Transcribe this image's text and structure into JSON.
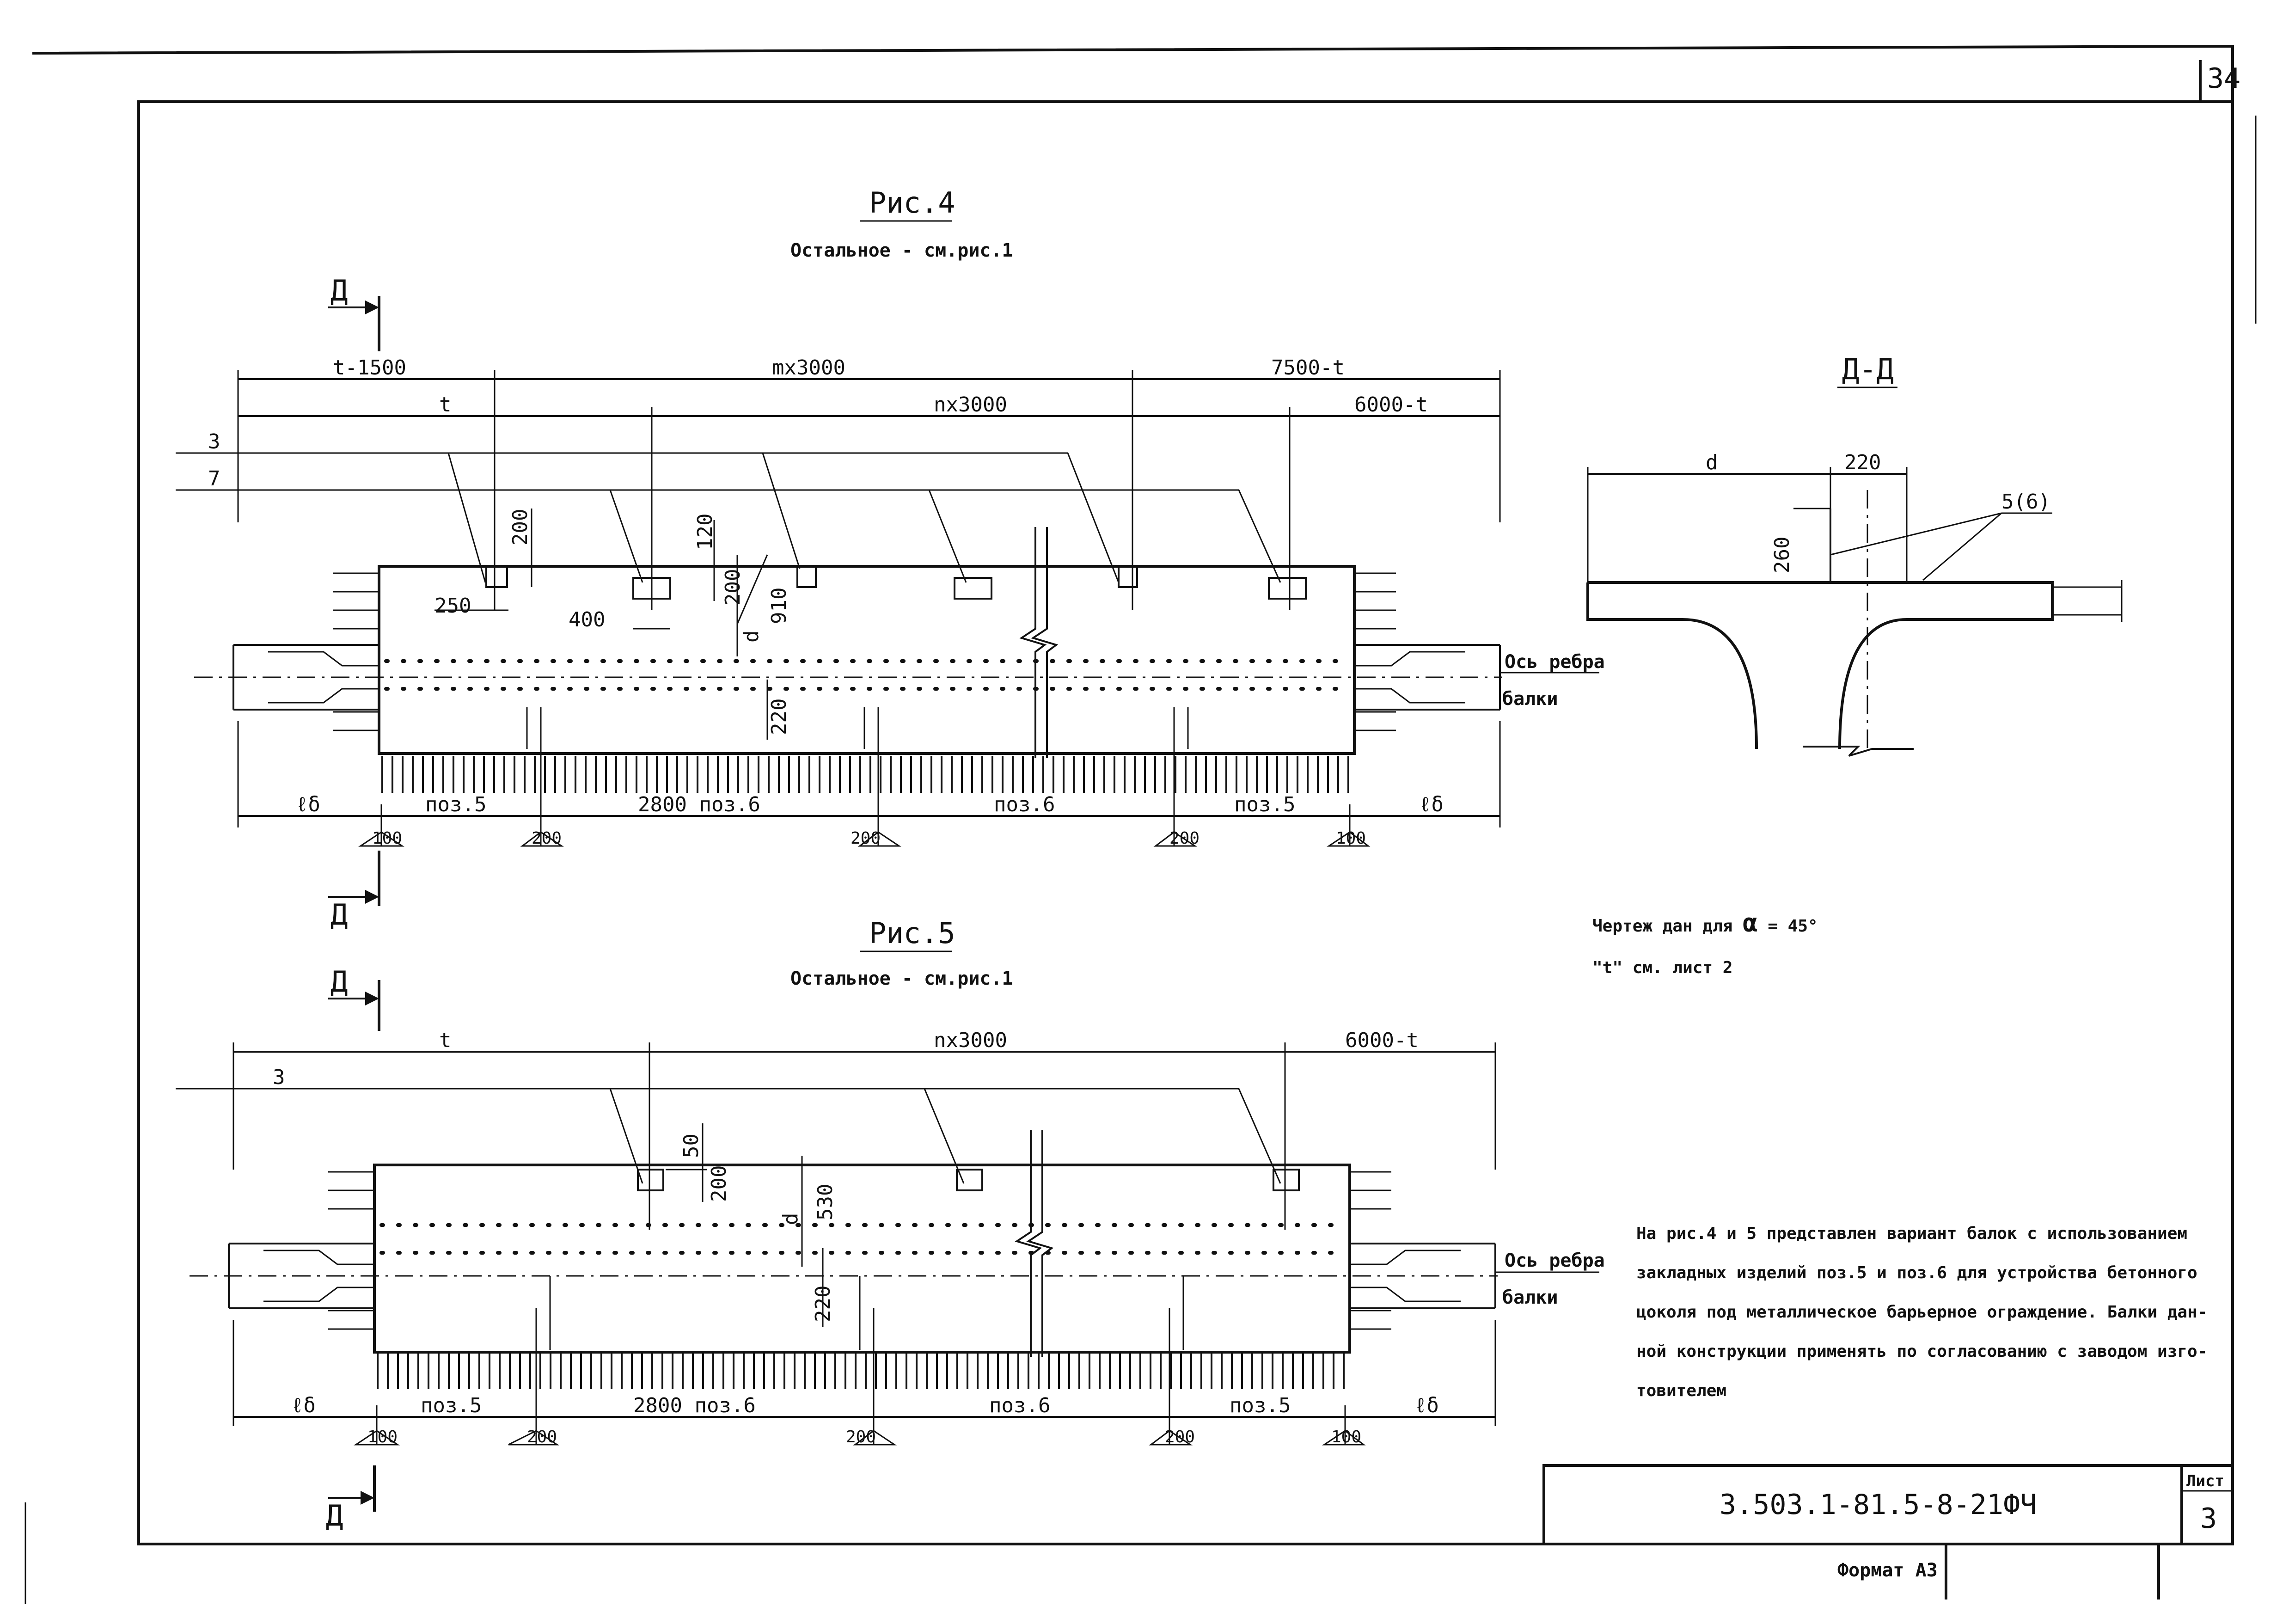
{
  "sheet": {
    "page_number": "34",
    "code": "3.503.1-81.5-8-21ФЧ",
    "sheet_label": "Лист",
    "sheet_number": "3",
    "format": "Формат А3"
  },
  "fig4": {
    "title": "Рис.4",
    "subtitle": "Остальное - см.рис.1",
    "section_mark": "Д",
    "dims_top": {
      "left": "t-1500",
      "mid": "mx3000",
      "right": "7500-t"
    },
    "dims_second": {
      "left": "t",
      "mid": "nx3000",
      "right": "6000-t"
    },
    "leaders": {
      "a": "3",
      "b": "7"
    },
    "dims_inner": {
      "h200": "200",
      "w250": "250",
      "h120": "120",
      "w400": "400",
      "h200b": "200",
      "d910": "910",
      "d": "d",
      "h220": "220"
    },
    "axis_label_1": "Ось ребра",
    "axis_label_2": "балки",
    "bottom_dims": {
      "l_left": "ℓδ",
      "p5_left": "поз.5",
      "p6_left": "2800 поз.6",
      "p6_right": "поз.6",
      "p5_right": "поз.5",
      "l_right": "ℓδ"
    },
    "bottom_marks": [
      "100",
      "200",
      "200",
      "200",
      "100"
    ]
  },
  "fig5": {
    "title": "Рис.5",
    "subtitle": "Остальное - см.рис.1",
    "section_mark": "Д",
    "dims_second": {
      "left": "t",
      "mid": "nx3000",
      "right": "6000-t"
    },
    "leader": "3",
    "dims_inner": {
      "h50": "50",
      "h200": "200",
      "d530": "530",
      "d": "d",
      "h220": "220"
    },
    "axis_label_1": "Ось ребра",
    "axis_label_2": "балки",
    "bottom_dims": {
      "l_left": "ℓδ",
      "p5_left": "поз.5",
      "p6_left": "2800 поз.6",
      "p6_right": "поз.6",
      "p5_right": "поз.5",
      "l_right": "ℓδ"
    },
    "bottom_marks": [
      "100",
      "200",
      "200",
      "200",
      "100"
    ]
  },
  "section": {
    "title": "Д-Д",
    "d": "d",
    "w220": "220",
    "h260": "260",
    "leader": "5(6)"
  },
  "notes": {
    "line1_prefix": "Чертеж дан для",
    "line1_alpha": "α",
    "line1_suffix": "= 45°",
    "line2": "\"t\" см. лист 2"
  },
  "description": {
    "line1": "На рис.4 и 5 представлен вариант балок с использованием",
    "line2": "закладных изделий поз.5 и поз.6 для устройства бетонного",
    "line3": "цоколя под металлическое барьерное ограждение. Балки дан-",
    "line4": "ной конструкции применять по согласованию с заводом изго-",
    "line5": "товителем"
  }
}
